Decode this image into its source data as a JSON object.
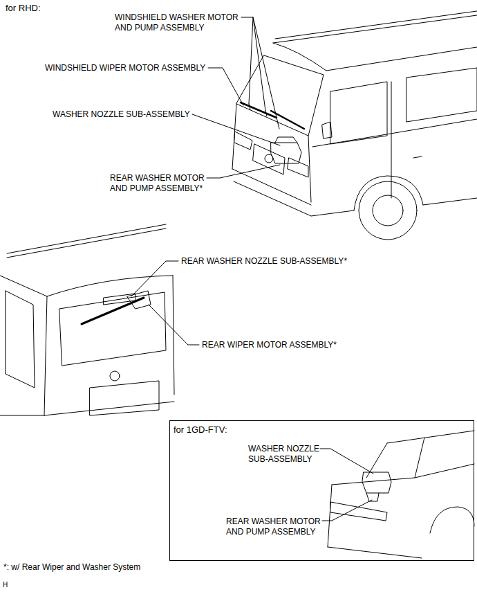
{
  "diagram": {
    "nodes": [
      {
        "text": [
          "for 1GD-FTV:",
          "WASHER NOZZLE SUB-ASSEMBLY",
          "REAR WASHER MOTOR AND PUMP ASSEMBLY"
        ]
      }
    ],
    "labels": [
      "for RHD:",
      "WINDSHIELD WASHER MOTOR AND PUMP ASSEMBLY",
      "WINDSHIELD WIPER MOTOR ASSEMBLY",
      "WASHER NOZZLE SUB-ASSEMBLY",
      "REAR WASHER MOTOR AND PUMP ASSEMBLY*",
      "REAR WASHER NOZZLE SUB-ASSEMBLY*",
      "REAR WIPER MOTOR ASSEMBLY*",
      "*: w/ Rear Wiper and Washer System",
      "H"
    ]
  }
}
